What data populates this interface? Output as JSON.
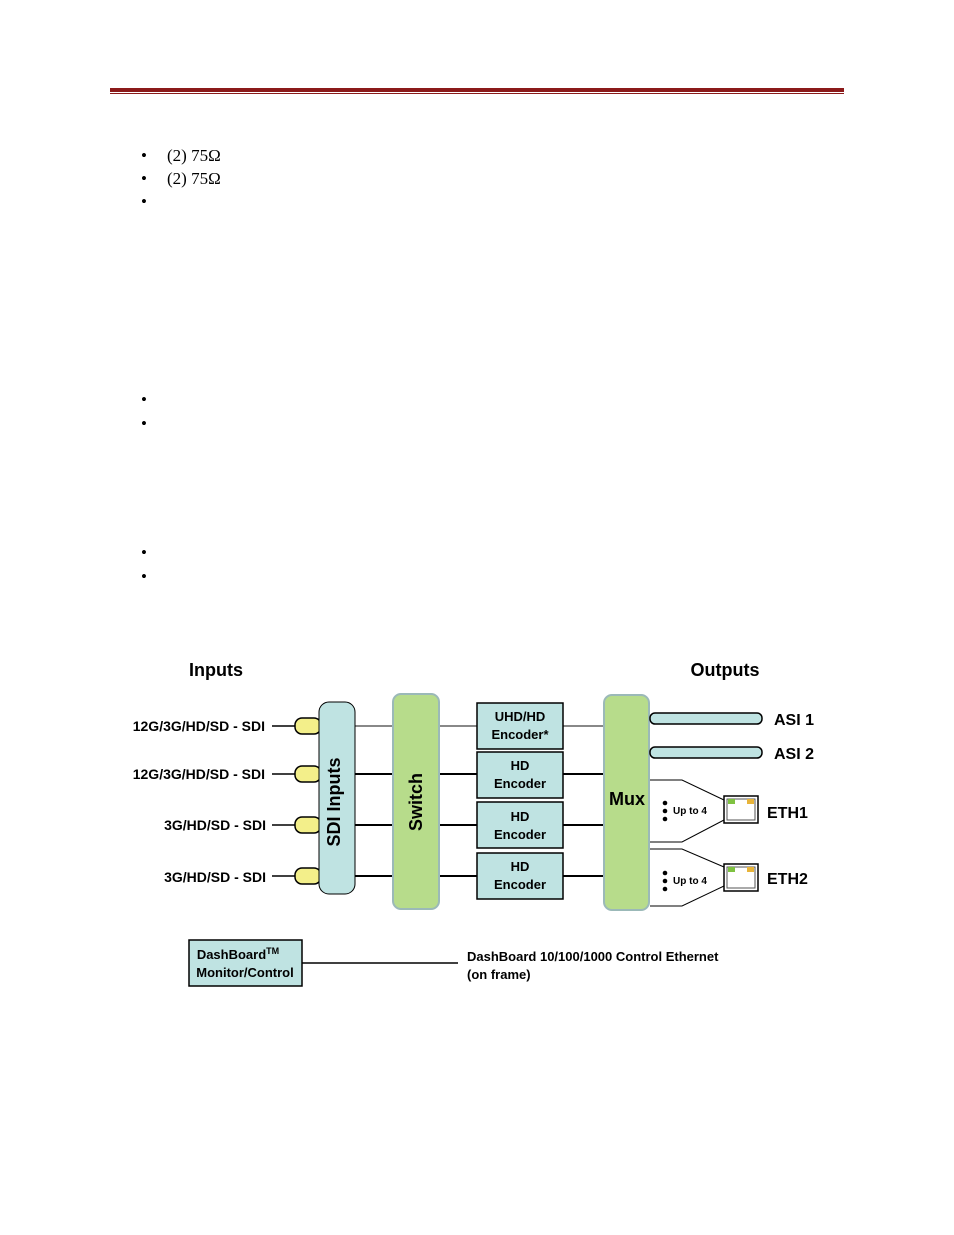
{
  "header": {
    "rule_color": "#8b1a1a"
  },
  "bullets_group1": [
    {
      "marker": "•",
      "text": "(2) 75Ω"
    },
    {
      "marker": "•",
      "text": "(2) 75Ω"
    },
    {
      "marker": "•",
      "text": ""
    }
  ],
  "bullets_group2": [
    {
      "marker": "•",
      "text": ""
    },
    {
      "marker": "•",
      "text": ""
    }
  ],
  "bullets_group3": [
    {
      "marker": "•",
      "text": ""
    },
    {
      "marker": "•",
      "text": ""
    }
  ],
  "diagram": {
    "inputs_heading": "Inputs",
    "outputs_heading": "Outputs",
    "input_labels": [
      "12G/3G/HD/SD - SDI",
      "12G/3G/HD/SD - SDI",
      "3G/HD/SD - SDI",
      "3G/HD/SD - SDI"
    ],
    "sdi_inputs_label": "SDI Inputs",
    "switch_label": "Switch",
    "encoders": [
      {
        "line1": "UHD/HD",
        "line2": "Encoder*"
      },
      {
        "line1": "HD",
        "line2": "Encoder"
      },
      {
        "line1": "HD",
        "line2": "Encoder"
      },
      {
        "line1": "HD",
        "line2": "Encoder"
      }
    ],
    "mux_label": "Mux",
    "asi_outputs": [
      "ASI 1",
      "ASI 2"
    ],
    "eth_outputs": [
      "ETH1",
      "ETH2"
    ],
    "up_to_label": "Up to 4",
    "dashboard_line1": "DashBoard",
    "dashboard_tm": "TM",
    "dashboard_line2": "Monitor/Control",
    "control_ethernet_line1": "DashBoard 10/100/1000 Control Ethernet",
    "control_ethernet_line2": "(on frame)",
    "colors": {
      "sdi_block": "#bfe3e2",
      "switch_block": "#b7dc8b",
      "encoder_block": "#bfe3e2",
      "connector_yellow": "#f3ef8a",
      "asi_tube": "#bfe3e2"
    }
  }
}
